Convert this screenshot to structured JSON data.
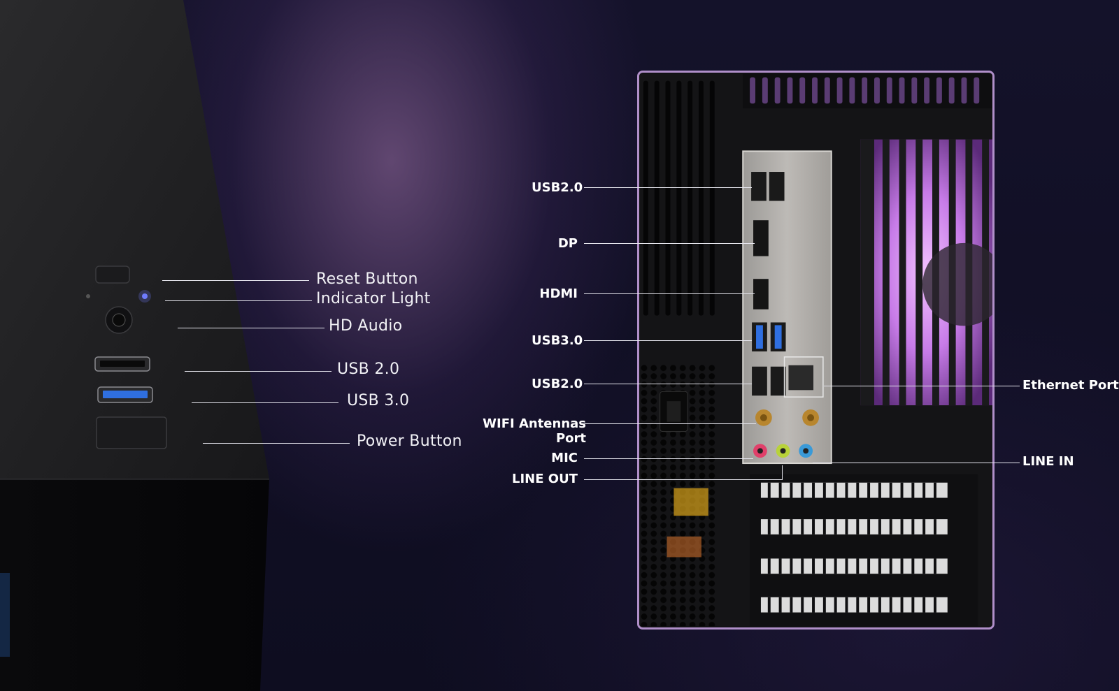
{
  "front_labels": [
    "Reset Button",
    "Indicator Light",
    "HD Audio",
    "USB 2.0",
    "USB 3.0",
    "Power Button"
  ],
  "rear_labels_left": [
    "USB2.0",
    "DP",
    "HDMI",
    "USB3.0",
    "USB2.0",
    "WIFI Antennas",
    "Port",
    "MIC",
    "LINE OUT"
  ],
  "rear_labels_right": [
    "Ethernet Port",
    "LINE IN"
  ],
  "colors": {
    "panel_border": "#b08fc9",
    "indicator_light": "#6f7bff",
    "usb3_blue": "#2f6fe0",
    "mic_pink": "#e0406a",
    "line_out_green": "#b8d23a",
    "line_in_blue": "#3a9ad8",
    "fan_glow": "#d98cf2"
  }
}
